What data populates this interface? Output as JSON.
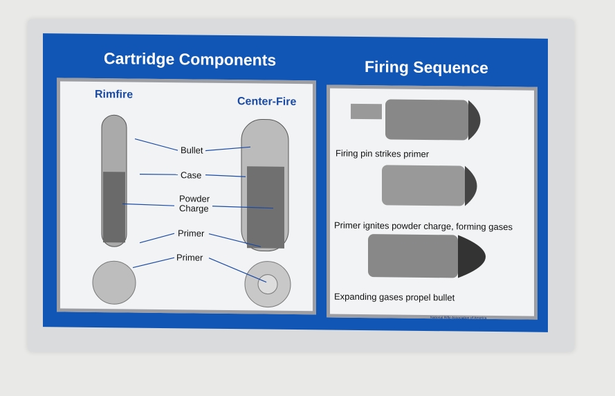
{
  "left": {
    "title": "Cartridge Components",
    "rimfire": "Rimfire",
    "centerfire": "Center-Fire",
    "labels": [
      "Bullet",
      "Case",
      "Powder",
      "Charge",
      "Primer",
      "Primer"
    ]
  },
  "right": {
    "title": "Firing Sequence",
    "steps": [
      "Firing pin strikes primer",
      "Primer ignites powder charge, forming gases",
      "Expanding gases propel bullet"
    ]
  },
  "footer": "National Rifle Association of America"
}
